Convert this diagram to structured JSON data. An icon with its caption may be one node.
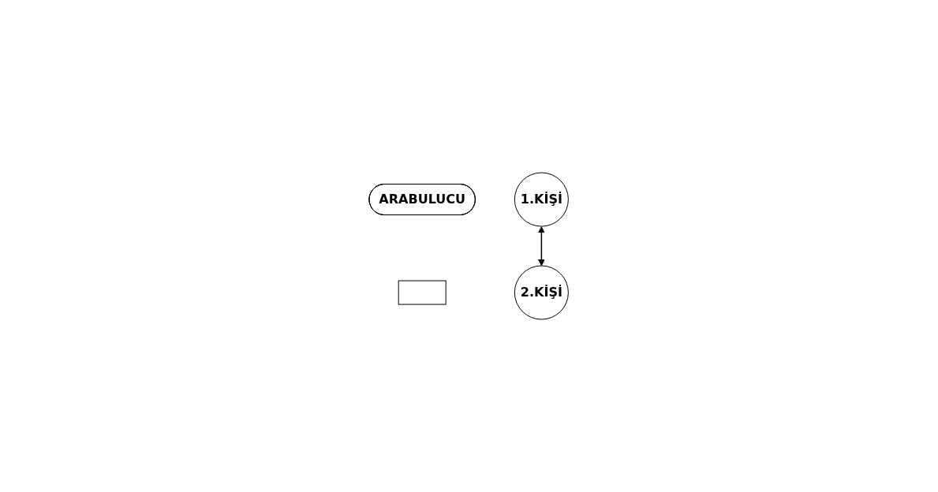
{
  "diagram": {
    "nodes": [
      {
        "text": [
          "ARABULUCU"
        ]
      },
      {
        "text": [
          "1.KİŞİ"
        ]
      },
      {
        "text": [],
        "shape": "box"
      },
      {
        "text": [
          "2.KİŞİ"
        ]
      }
    ],
    "edges": [
      {
        "from": 1,
        "to": 3,
        "arrow": "both"
      }
    ]
  }
}
